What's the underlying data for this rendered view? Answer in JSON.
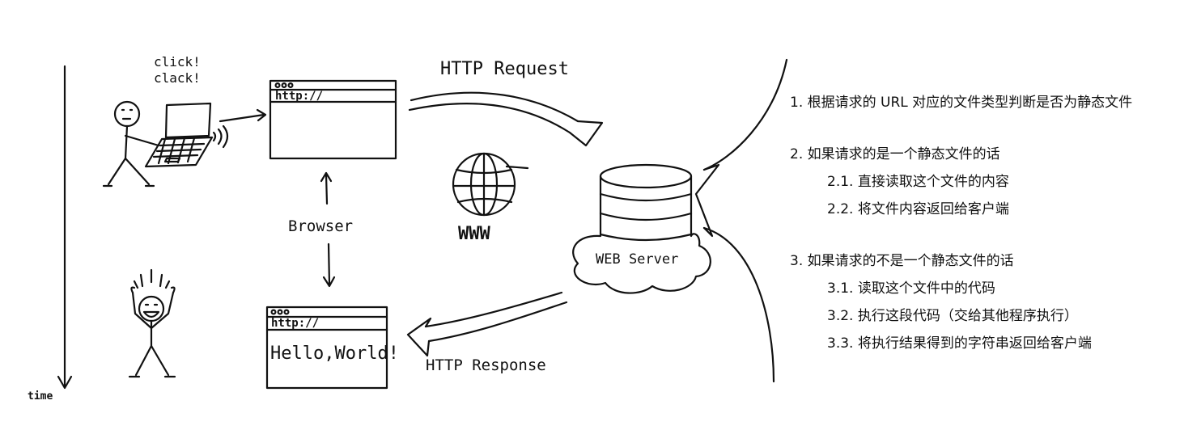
{
  "diagram": {
    "click_label_1": "click!",
    "click_label_2": "clack!",
    "url_top": "http://",
    "url_bottom": "http://",
    "hello_text": "Hello,World!",
    "browser_label": "Browser",
    "request_label": "HTTP Request",
    "response_label": "HTTP Response",
    "www_label": "WWW",
    "server_label": "WEB Server",
    "time_label": "time"
  },
  "steps": {
    "s1": "1. 根据请求的 URL 对应的文件类型判断是否为静态文件",
    "s2": "2. 如果请求的是一个静态文件的话",
    "s2_1": "2.1. 直接读取这个文件的内容",
    "s2_2": "2.2. 将文件内容返回给客户端",
    "s3": "3. 如果请求的不是一个静态文件的话",
    "s3_1": "3.1. 读取这个文件中的代码",
    "s3_2": "3.2. 执行这段代码（交给其他程序执行）",
    "s3_3": "3.3. 将执行结果得到的字符串返回给客户端"
  }
}
